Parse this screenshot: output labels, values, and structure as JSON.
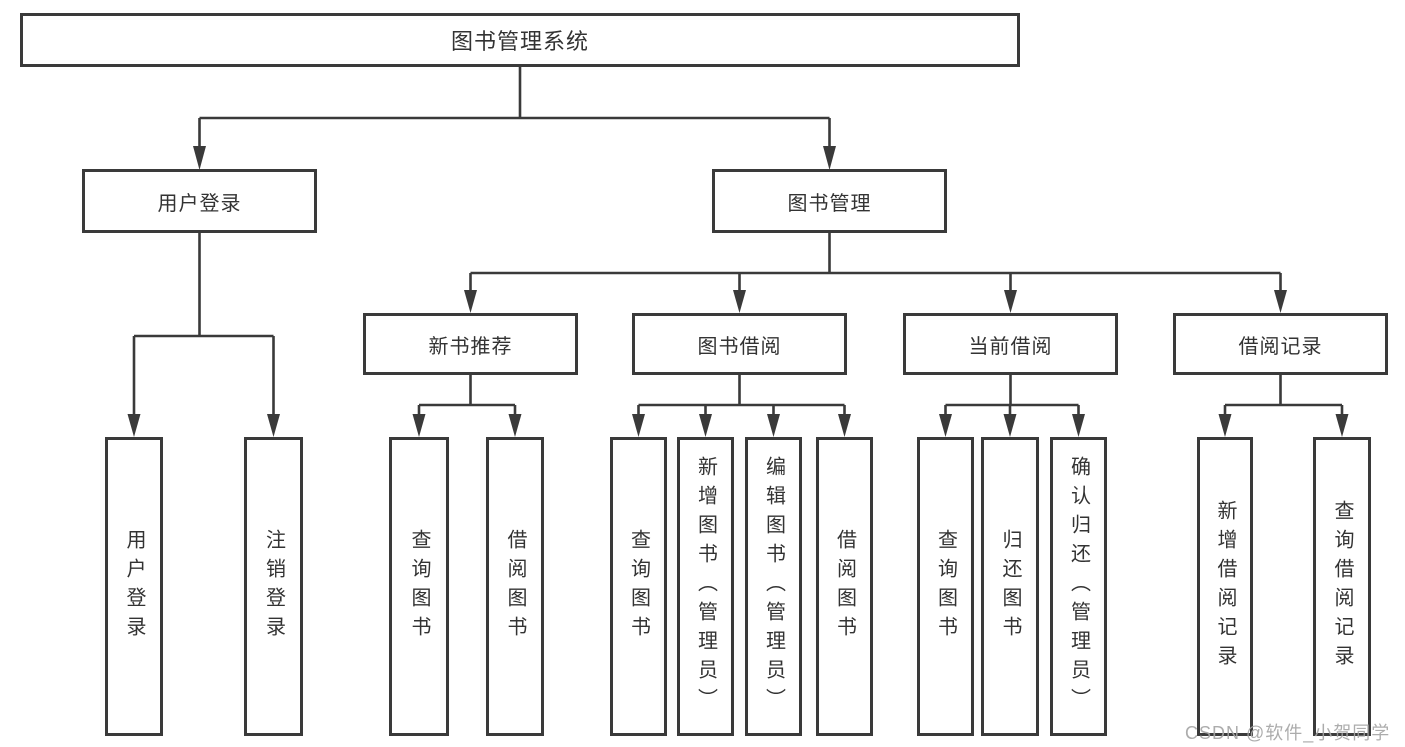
{
  "nodes": {
    "root": "图书管理系统",
    "user_login": "用户登录",
    "book_mgmt": "图书管理",
    "new_book_rec": "新书推荐",
    "book_borrow": "图书借阅",
    "current_borrow": "当前借阅",
    "borrow_record": "借阅记录",
    "leaf_user_login": "用户登录",
    "leaf_logout": "注销登录",
    "leaf_query_book_1": "查询图书",
    "leaf_borrow_book_1": "借阅图书",
    "leaf_query_book_2": "查询图书",
    "leaf_add_book": "新增图书（管理员）",
    "leaf_edit_book": "编辑图书（管理员）",
    "leaf_borrow_book_2": "借阅图书",
    "leaf_query_book_3": "查询图书",
    "leaf_return_book": "归还图书",
    "leaf_confirm_return": "确认归还（管理员）",
    "leaf_add_record": "新增借阅记录",
    "leaf_query_record": "查询借阅记录"
  },
  "hierarchy": {
    "图书管理系统": [
      "用户登录",
      "图书管理"
    ],
    "用户登录": [
      "用户登录",
      "注销登录"
    ],
    "图书管理": [
      "新书推荐",
      "图书借阅",
      "当前借阅",
      "借阅记录"
    ],
    "新书推荐": [
      "查询图书",
      "借阅图书"
    ],
    "图书借阅": [
      "查询图书",
      "新增图书（管理员）",
      "编辑图书（管理员）",
      "借阅图书"
    ],
    "当前借阅": [
      "查询图书",
      "归还图书",
      "确认归还（管理员）"
    ],
    "借阅记录": [
      "新增借阅记录",
      "查询借阅记录"
    ]
  },
  "watermark": "CSDN @软件_小贺同学",
  "colors": {
    "line": "#3a3a3a",
    "text": "#333333",
    "watermark": "#a6a6a6",
    "background": "#ffffff"
  }
}
